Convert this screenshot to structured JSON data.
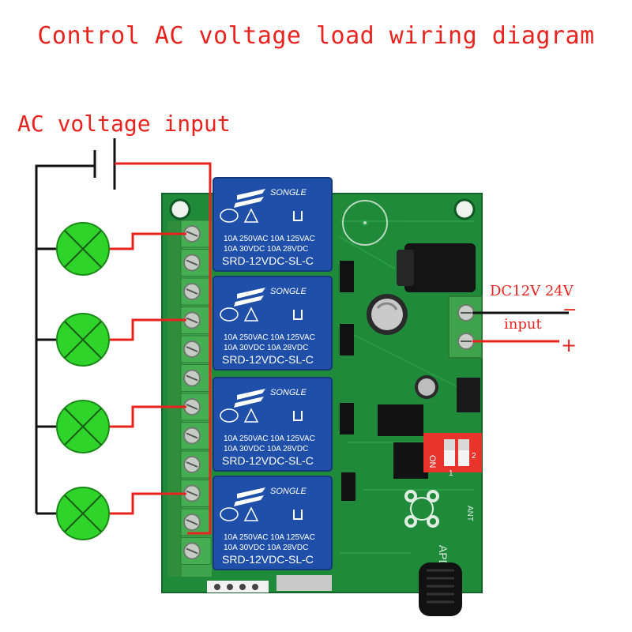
{
  "title": "Control AC voltage load wiring diagram",
  "ac_input_label": "AC voltage input",
  "dc_label": "DC12V 24V",
  "dc_input_word": "input",
  "dc_minus": "−",
  "dc_plus": "+",
  "relays": [
    {
      "brand": "SONGLE",
      "rating_line1": "10A 250VAC  10A 125VAC",
      "rating_line2": "10A 30VDC  10A  28VDC",
      "model": "SRD-12VDC-SL-C"
    },
    {
      "brand": "SONGLE",
      "rating_line1": "10A 250VAC  10A 125VAC",
      "rating_line2": "10A 30VDC  10A  28VDC",
      "model": "SRD-12VDC-SL-C"
    },
    {
      "brand": "SONGLE",
      "rating_line1": "10A 250VAC  10A 125VAC",
      "rating_line2": "10A 30VDC  10A  28VDC",
      "model": "SRD-12VDC-SL-C"
    },
    {
      "brand": "SONGLE",
      "rating_line1": "10A 250VAC  10A 125VAC",
      "rating_line2": "10A 30VDC  10A  28VDC",
      "model": "SRD-12VDC-SL-C"
    }
  ],
  "dip_switch": {
    "on_label": "ON",
    "pos1": "1",
    "pos2": "2"
  },
  "board_model": "APDC-4K",
  "antenna_label": "ANT",
  "colors": {
    "wire_red": "#e8231f",
    "wire_black": "#111111",
    "pcb_green": "#1e8a3a",
    "relay_blue": "#1f4fa8",
    "lamp_green": "#2fd42a",
    "terminal_green": "#3ea34a"
  }
}
